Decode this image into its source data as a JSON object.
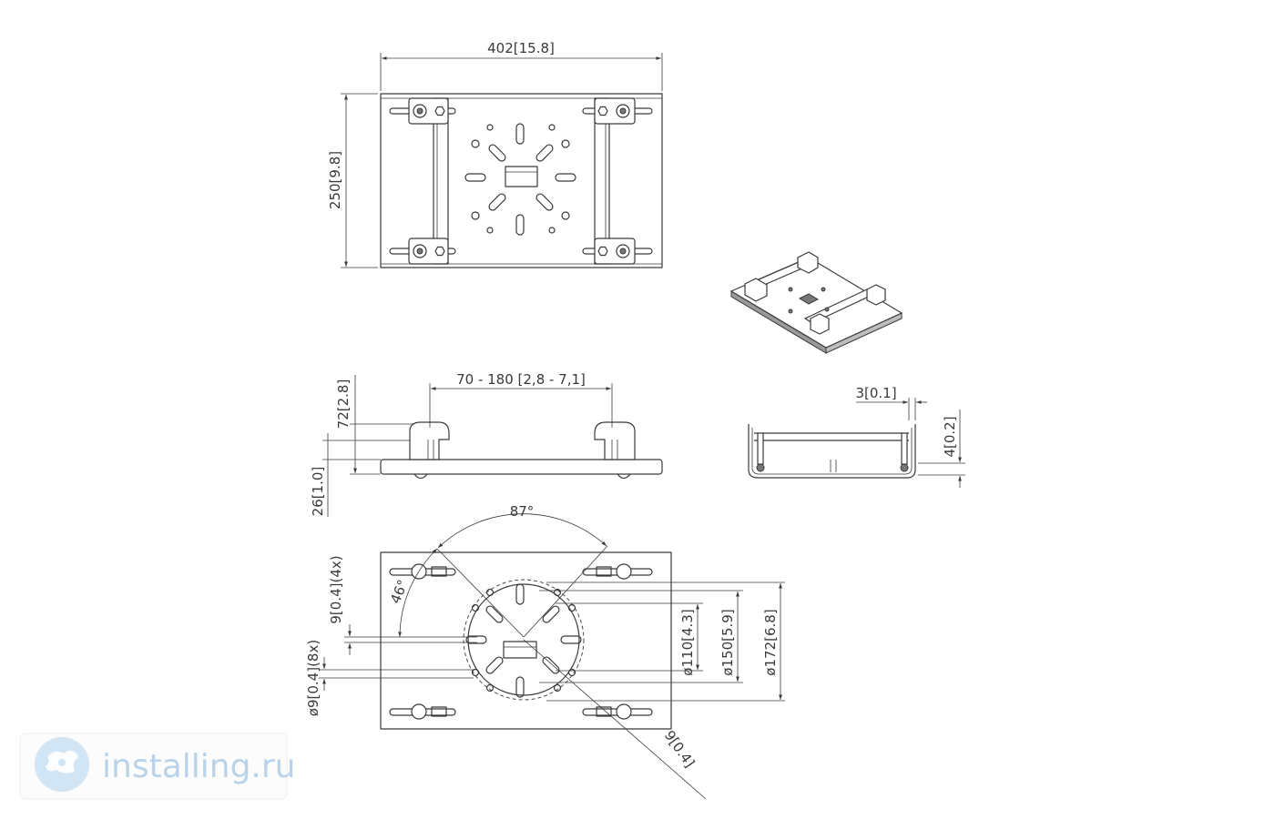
{
  "top_view": {
    "width_dim": "402[15.8]",
    "height_dim": "250[9.8]"
  },
  "side_view": {
    "span_dim": "70 - 180 [2,8 - 7,1]",
    "height_dim": "72[2.8]",
    "base_dim": "26[1.0]"
  },
  "end_view": {
    "offset_dim": "3[0.1]",
    "height_dim": "4[0.2]"
  },
  "bottom_view": {
    "angle_top": "87°",
    "angle_left": "46°",
    "hole_dim_4x": "9[0.4](4x)",
    "hole_dim_8x": "ø9[0.4](8x)",
    "dia_110": "ø110[4.3]",
    "dia_150": "ø150[5.9]",
    "dia_172": "ø172[6.8]",
    "slot_dim": "9[0.4]"
  },
  "watermark": {
    "text": "installing.ru",
    "logo_icon": "installing-logo-icon"
  },
  "colors": {
    "line": "#3a3a3a",
    "watermark": "#b9d3ea",
    "watermark_logo": "#d2e5f5"
  }
}
